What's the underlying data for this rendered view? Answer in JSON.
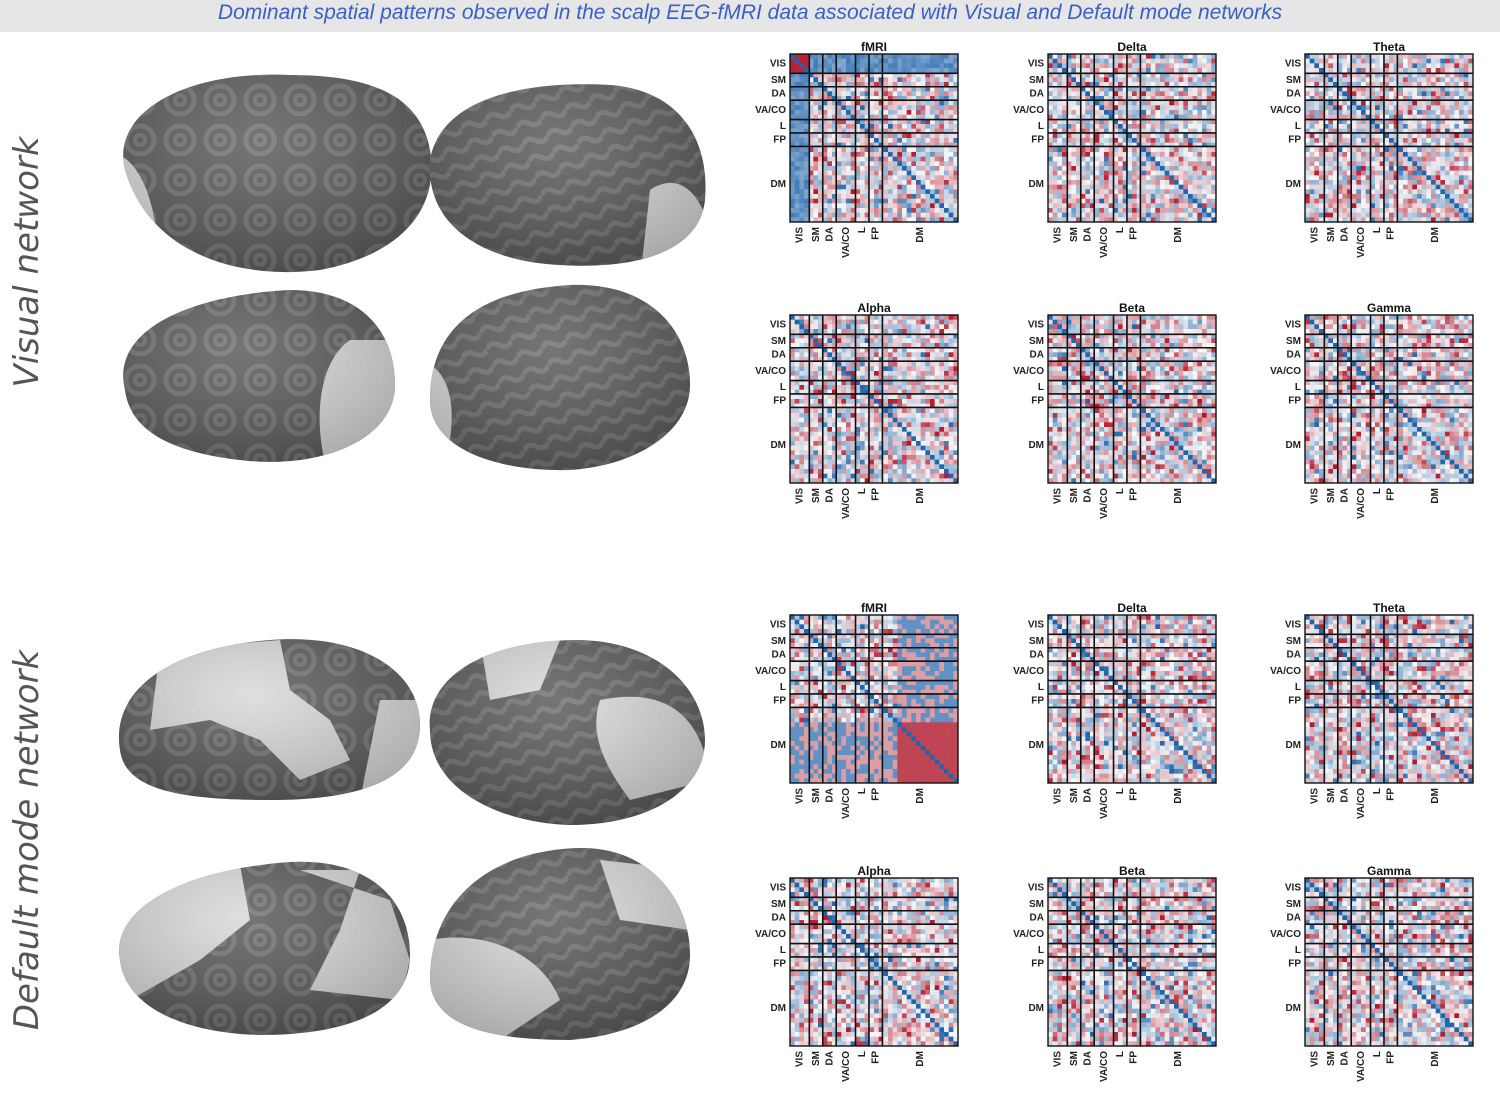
{
  "header": {
    "caption": "Dominant spatial patterns observed in the scalp EEG-fMRI data associated with Visual and Default mode networks"
  },
  "sections": [
    {
      "label": "Visual network",
      "panels": [
        {
          "title": "fMRI"
        },
        {
          "title": "Delta"
        },
        {
          "title": "Theta"
        },
        {
          "title": "Alpha"
        },
        {
          "title": "Beta"
        },
        {
          "title": "Gamma"
        }
      ]
    },
    {
      "label": "Default mode network",
      "panels": [
        {
          "title": "fMRI"
        },
        {
          "title": "Delta"
        },
        {
          "title": "Theta"
        },
        {
          "title": "Alpha"
        },
        {
          "title": "Beta"
        },
        {
          "title": "Gamma"
        }
      ]
    }
  ],
  "matrix_axis": {
    "networks": [
      "VIS",
      "SM",
      "DA",
      "VA/CO",
      "L",
      "FP",
      "DM"
    ]
  },
  "colors": {
    "negative": "#2166ac",
    "neutral": "#f7f7f7",
    "positive": "#b2182b",
    "cortex_dark": "#575757",
    "cortex_sulci": "#6e6e6e",
    "highlight": "#d6d6d6"
  }
}
